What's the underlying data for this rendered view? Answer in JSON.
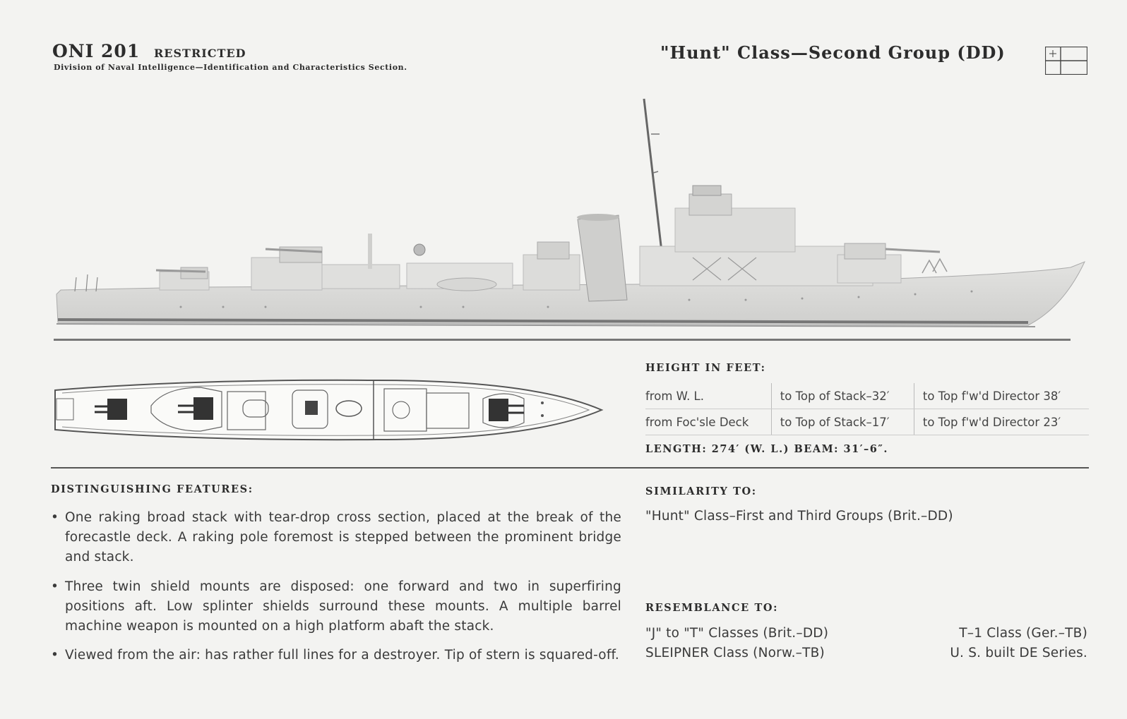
{
  "header": {
    "doc_id": "ONI 201",
    "classification": "RESTRICTED",
    "division": "Division of Naval Intelligence—Identification and Characteristics Section.",
    "class_title": "\"Hunt\" Class—Second Group (DD)"
  },
  "heights": {
    "heading": "HEIGHT IN FEET:",
    "rows": [
      [
        "from W. L.",
        "to Top of Stack–32′",
        "to Top f'w'd Director 38′"
      ],
      [
        "from Foc'sle Deck",
        "to Top of Stack–17′",
        "to Top f'w'd Director 23′"
      ]
    ],
    "length_line": "LENGTH: 274′ (W. L.)   BEAM: 31′–6″."
  },
  "features": {
    "heading": "DISTINGUISHING FEATURES:",
    "bullets": [
      "One raking broad stack with tear-drop cross section, placed at the break of the forecastle deck. A raking pole foremost is stepped between the prominent bridge and stack.",
      "Three twin shield mounts are disposed: one forward and two in superfiring positions aft. Low splinter shields surround these mounts. A multiple barrel machine weapon is mounted on a high platform abaft the stack.",
      "Viewed from the air: has rather full lines for a destroyer. Tip of stern is squared-off."
    ]
  },
  "similarity": {
    "heading": "SIMILARITY TO:",
    "text": "\"Hunt\" Class–First and Third Groups (Brit.–DD)"
  },
  "resemblance": {
    "heading": "RESEMBLANCE TO:",
    "left": [
      "\"J\" to \"T\" Classes (Brit.–DD)",
      "SLEIPNER Class (Norw.–TB)"
    ],
    "right": [
      "T–1 Class (Ger.–TB)",
      "U. S. built DE Series."
    ]
  },
  "icons": {
    "profile": "ship-profile-drawing",
    "plan": "ship-plan-drawing",
    "flag": "flag-icon"
  }
}
